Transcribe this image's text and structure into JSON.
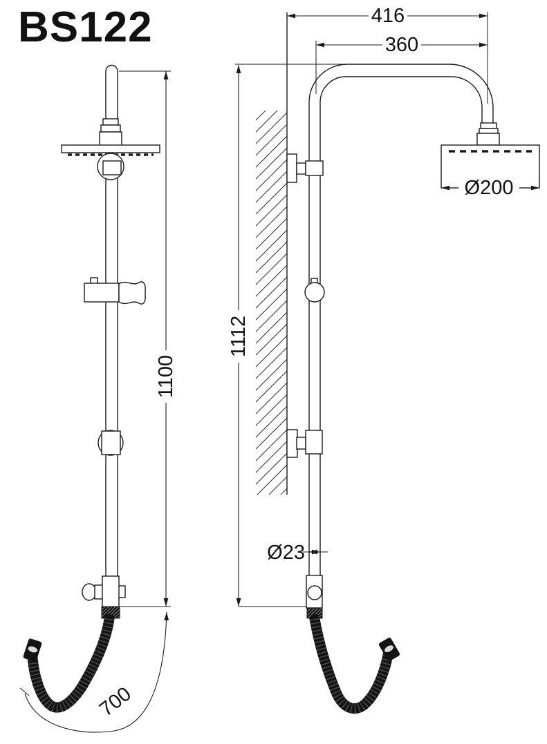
{
  "title": "BS122",
  "drawing": {
    "description": "Shower column two-view technical drawing",
    "dims": {
      "overall_width": "416",
      "arm_projection": "360",
      "side_height": "1112",
      "front_height": "1100",
      "head_diameter": "Ø200",
      "pipe_diameter": "Ø23",
      "hose_length": "700"
    },
    "colors": {
      "line": "#1a1a1a",
      "background": "#ffffff"
    }
  }
}
